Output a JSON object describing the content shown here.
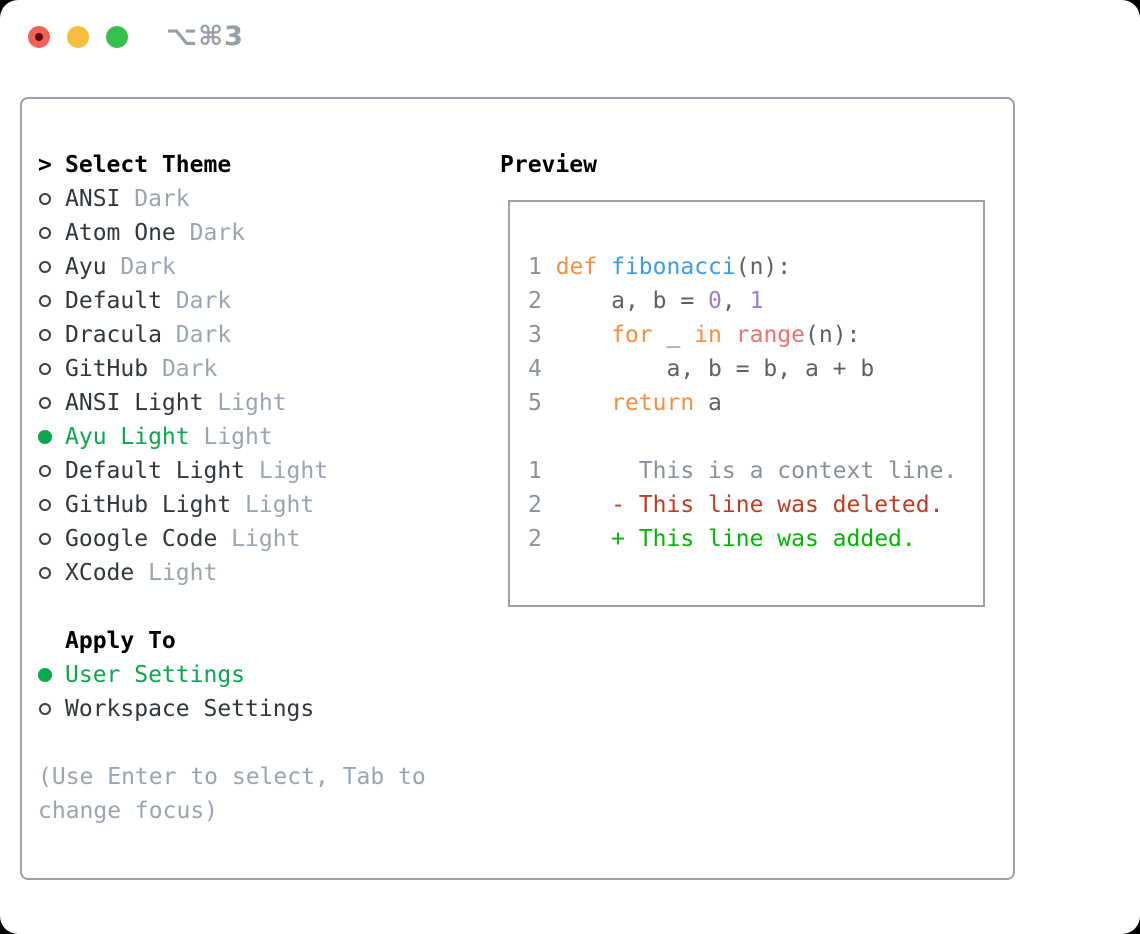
{
  "titlebar": {
    "title": "⌥⌘3"
  },
  "colors": {
    "green": "#0aa84d",
    "border": "#9aa1ab",
    "dark": "#32373e",
    "muted": "#9aa5b1",
    "titlegray": "#989ea6",
    "red": "#f2605a",
    "yellow": "#f6bc3d",
    "trafficgreen": "#33c14a",
    "fg": "#5c6166",
    "kw": "#fa8d3e",
    "fn": "#399ee6",
    "num": "#a37acc",
    "builtin": "#f07171",
    "gutter": "#8a9199",
    "ctx": "#8a9199",
    "del": "#c23a22",
    "add": "#00b800"
  },
  "theme_list": {
    "header_prefix": ">",
    "header": "Select Theme",
    "items": [
      {
        "name": "ANSI",
        "variant": "Dark",
        "selected": false
      },
      {
        "name": "Atom One",
        "variant": "Dark",
        "selected": false
      },
      {
        "name": "Ayu",
        "variant": "Dark",
        "selected": false
      },
      {
        "name": "Default",
        "variant": "Dark",
        "selected": false
      },
      {
        "name": "Dracula",
        "variant": "Dark",
        "selected": false
      },
      {
        "name": "GitHub",
        "variant": "Dark",
        "selected": false
      },
      {
        "name": "ANSI Light",
        "variant": "Light",
        "selected": false
      },
      {
        "name": "Ayu Light",
        "variant": "Light",
        "selected": true
      },
      {
        "name": "Default Light",
        "variant": "Light",
        "selected": false
      },
      {
        "name": "GitHub Light",
        "variant": "Light",
        "selected": false
      },
      {
        "name": "Google Code",
        "variant": "Light",
        "selected": false
      },
      {
        "name": "XCode",
        "variant": "Light",
        "selected": false
      }
    ]
  },
  "apply_to": {
    "header": "Apply To",
    "options": [
      {
        "name": "User Settings",
        "selected": true
      },
      {
        "name": "Workspace Settings",
        "selected": false
      }
    ]
  },
  "hint": {
    "line1": "(Use Enter to select, Tab to",
    "line2": "change focus)"
  },
  "preview": {
    "header": "Preview",
    "lines": [
      {
        "n": "1",
        "t": [
          [
            "def",
            "kw"
          ],
          [
            " ",
            "fg"
          ],
          [
            "fibonacci",
            "fn"
          ],
          [
            "(n):",
            "fg"
          ]
        ]
      },
      {
        "n": "2",
        "t": [
          [
            "    a, b = ",
            "fg"
          ],
          [
            "0",
            "num"
          ],
          [
            ", ",
            "fg"
          ],
          [
            "1",
            "num"
          ]
        ]
      },
      {
        "n": "3",
        "t": [
          [
            "    ",
            "fg"
          ],
          [
            "for",
            "kw"
          ],
          [
            " _ ",
            "fg"
          ],
          [
            "in",
            "kw"
          ],
          [
            " ",
            "fg"
          ],
          [
            "range",
            "builtin"
          ],
          [
            "(n):",
            "fg"
          ]
        ]
      },
      {
        "n": "4",
        "t": [
          [
            "        a, b = b, a + b",
            "fg"
          ]
        ]
      },
      {
        "n": "5",
        "t": [
          [
            "    ",
            "fg"
          ],
          [
            "return",
            "kw"
          ],
          [
            " a",
            "fg"
          ]
        ]
      },
      {
        "n": "",
        "t": []
      },
      {
        "n": "1",
        "t": [
          [
            "      This is a context line.",
            "ctx"
          ]
        ]
      },
      {
        "n": "2",
        "t": [
          [
            "    - This line was deleted.",
            "del"
          ]
        ]
      },
      {
        "n": "2",
        "t": [
          [
            "    + This line was added.",
            "add"
          ]
        ]
      }
    ]
  }
}
